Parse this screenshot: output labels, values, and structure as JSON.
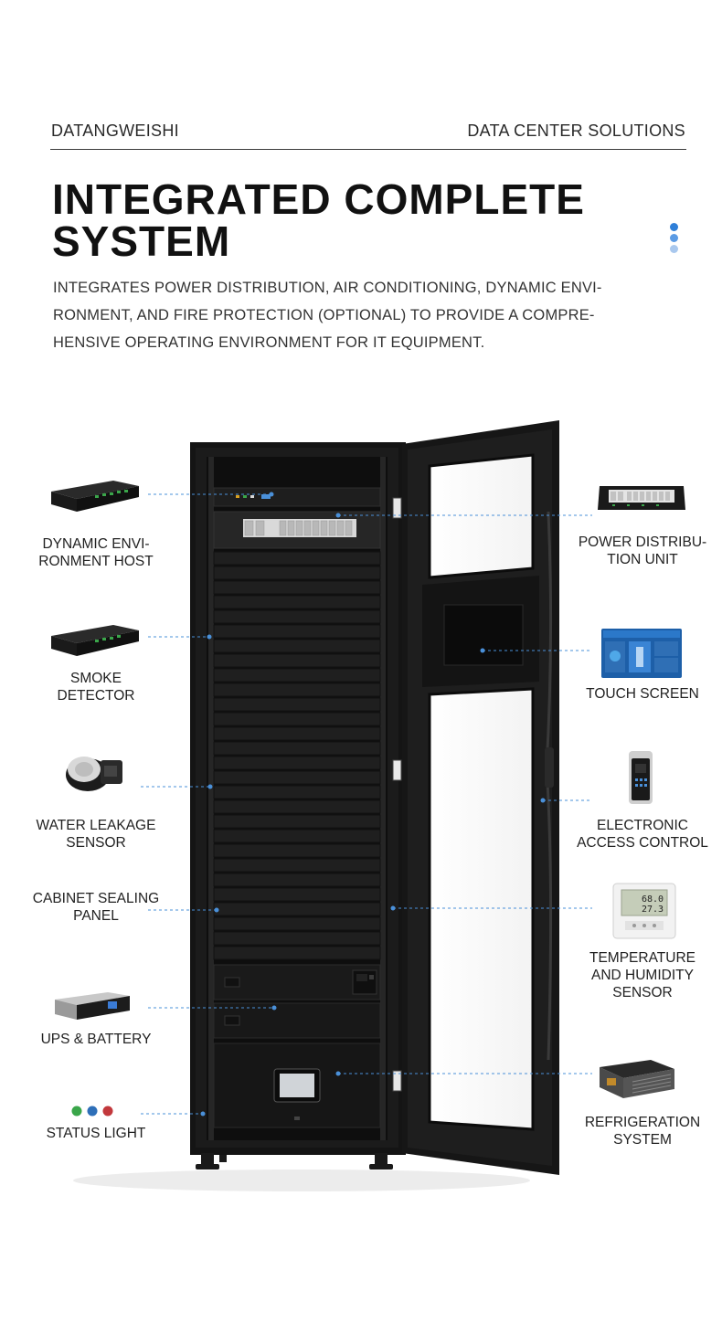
{
  "header": {
    "brand": "DATANGWEISHI",
    "section": "DATA CENTER SOLUTIONS"
  },
  "title": {
    "line1": "INTEGRATED COMPLETE",
    "line2": "SYSTEM"
  },
  "description": {
    "line1": "INTEGRATES POWER DISTRIBUTION, AIR CONDITIONING, DYNAMIC ENVI-",
    "line2": "RONMENT, AND FIRE PROTECTION (OPTIONAL) TO PROVIDE A COMPRE-",
    "line3": "HENSIVE OPERATING ENVIRONMENT FOR IT EQUIPMENT."
  },
  "colors": {
    "dot1": "#2f7fd8",
    "dot2": "#5b9be4",
    "dot3": "#a9c8ee",
    "callout": "#4a90d9",
    "status_green": "#3aa64a",
    "status_blue": "#2e6fb8",
    "status_red": "#c2383c"
  },
  "left_components": [
    {
      "line1": "DYNAMIC ENVI-",
      "line2": "RONMENT HOST",
      "icon": "rack-unit-icon"
    },
    {
      "line1": "SMOKE",
      "line2": "DETECTOR",
      "icon": "rack-unit-icon"
    },
    {
      "line1": "WATER LEAKAGE",
      "line2": "SENSOR",
      "icon": "water-sensor-icon"
    },
    {
      "line1": "CABINET SEALING",
      "line2": "PANEL",
      "icon": ""
    },
    {
      "line1": "UPS & BATTERY",
      "line2": "",
      "icon": "ups-icon"
    },
    {
      "line1": "STATUS LIGHT",
      "line2": "",
      "icon": "status-dots-icon"
    }
  ],
  "right_components": [
    {
      "line1": "POWER DISTRIBU-",
      "line2": "TION UNIT",
      "line3": "",
      "icon": "pdu-icon"
    },
    {
      "line1": "TOUCH SCREEN",
      "line2": "",
      "line3": "",
      "icon": "touch-screen-icon"
    },
    {
      "line1": "ELECTRONIC",
      "line2": "ACCESS CONTROL",
      "line3": "",
      "icon": "access-control-icon"
    },
    {
      "line1": "TEMPERATURE",
      "line2": "AND HUMIDITY",
      "line3": "SENSOR",
      "icon": "thermo-hygrometer-icon"
    },
    {
      "line1": "REFRIGERATION",
      "line2": "SYSTEM",
      "line3": "",
      "icon": "refrigeration-icon"
    }
  ],
  "sensor_display": {
    "temperature": "68.0",
    "humidity": "27.3"
  }
}
